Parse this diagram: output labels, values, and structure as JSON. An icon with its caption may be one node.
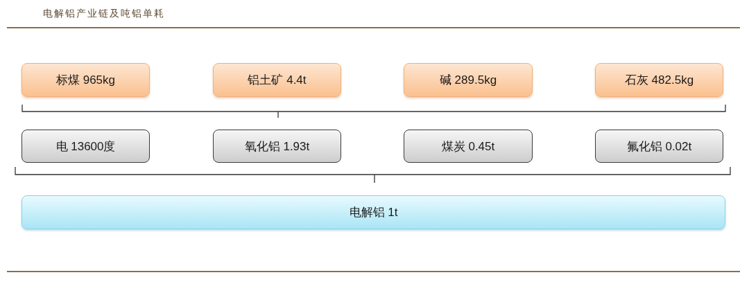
{
  "diagram": {
    "title": "电解铝产业链及吨铝单耗",
    "nodes": [
      {
        "text": [
          "标煤 965kg"
        ]
      },
      {
        "text": [
          "铝土矿 4.4t"
        ]
      },
      {
        "text": [
          "碱 289.5kg"
        ]
      },
      {
        "text": [
          "石灰 482.5kg"
        ]
      },
      {
        "text": [
          "电 13600度"
        ]
      },
      {
        "text": [
          "氧化铝 1.93t"
        ]
      },
      {
        "text": [
          "煤炭 0.45t"
        ]
      },
      {
        "text": [
          "氟化铝 0.02t"
        ]
      },
      {
        "text": [
          "电解铝 1t"
        ]
      }
    ]
  }
}
